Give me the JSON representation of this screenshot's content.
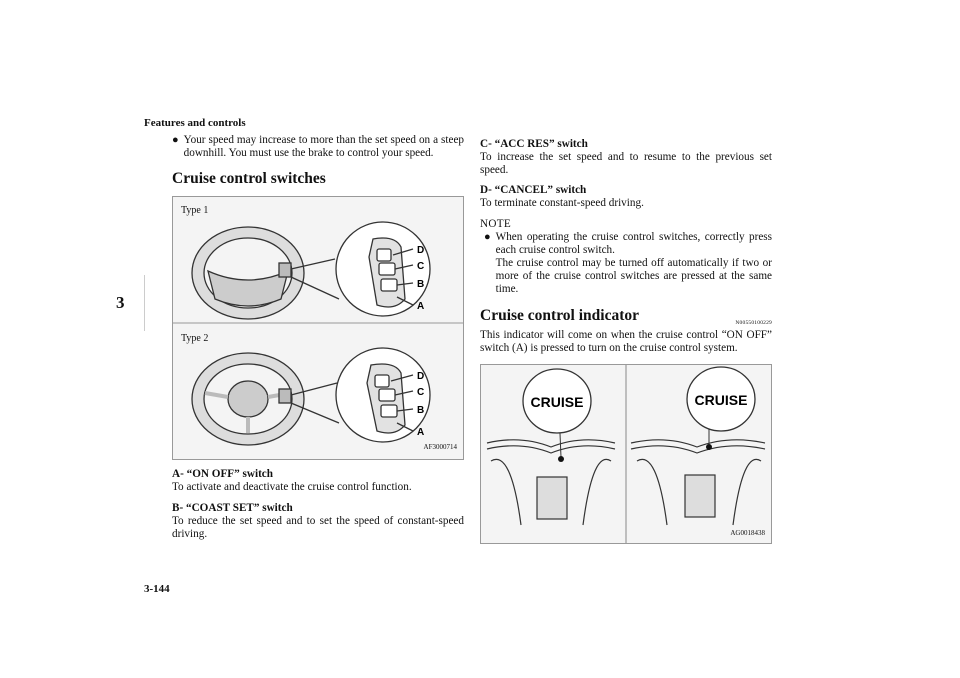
{
  "header": {
    "section_title": "Features and controls"
  },
  "footer": {
    "page_number": "3-144"
  },
  "chapter_tab": {
    "number": "3"
  },
  "intro_bullet": {
    "text": "Your speed may increase to more than the set speed on a steep downhill. You must use the brake to control your speed."
  },
  "switches_section": {
    "title": "Cruise control switches",
    "figure": {
      "type1_label": "Type 1",
      "type2_label": "Type 2",
      "code": "AF3000714",
      "letters": [
        "D",
        "C",
        "B",
        "A"
      ]
    },
    "items": [
      {
        "title": "A- “ON OFF” switch",
        "text": "To activate and deactivate the cruise control function."
      },
      {
        "title": "B- “COAST SET” switch",
        "text": "To reduce the set speed and to set the speed of constant-speed driving."
      },
      {
        "title": "C- “ACC RES” switch",
        "text": "To increase the set speed and to resume to the previous set speed."
      },
      {
        "title": "D- “CANCEL” switch",
        "text": "To terminate constant-speed driving."
      }
    ]
  },
  "note": {
    "label": "NOTE",
    "line1": "When operating the cruise control switches, correctly press each cruise control switch.",
    "line2": "The cruise control may be turned off automatically if two or more of the cruise control switches are pressed at the same time."
  },
  "indicator_section": {
    "title": "Cruise control indicator",
    "ref_code": "N00550100229",
    "text": "This indicator will come on when the cruise control “ON OFF” switch (A) is pressed to turn on the cruise control system.",
    "figure": {
      "callout_text": "CRUISE",
      "code": "AG0018438"
    }
  }
}
